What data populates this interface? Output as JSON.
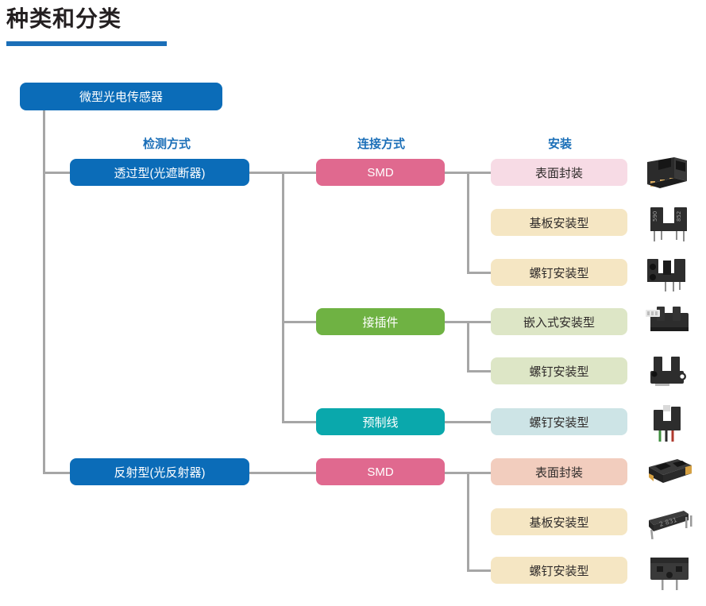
{
  "page": {
    "title": "种类和分类",
    "accent_color": "#1b6fb8"
  },
  "columns": [
    {
      "label": "检测方式"
    },
    {
      "label": "连接方式"
    },
    {
      "label": "安装"
    }
  ],
  "root": {
    "label": "微型光电传感器",
    "color": "#0b6cb8",
    "text_color": "#ffffff"
  },
  "detection_types": [
    {
      "label": "透过型(光遮断器)",
      "color": "#0b6cb8",
      "text_color": "#ffffff"
    },
    {
      "label": "反射型(光反射器)",
      "color": "#0b6cb8",
      "text_color": "#ffffff"
    }
  ],
  "connection_types": [
    {
      "label": "SMD",
      "color": "#e0698f",
      "text_color": "#ffffff"
    },
    {
      "label": "接插件",
      "color": "#6fb243",
      "text_color": "#ffffff"
    },
    {
      "label": "预制线",
      "color": "#0aa8ac",
      "text_color": "#ffffff"
    },
    {
      "label": "SMD",
      "color": "#e0698f",
      "text_color": "#ffffff"
    }
  ],
  "mountings": [
    {
      "label": "表面封装",
      "color": "#f7dbe5",
      "text_color": "#2f2b2a",
      "photo": "photointerrupter-smd"
    },
    {
      "label": "基板安装型",
      "color": "#f5e6c3",
      "text_color": "#2f2b2a",
      "photo": "photointerrupter-through-hole"
    },
    {
      "label": "螺钉安装型",
      "color": "#f5e6c3",
      "text_color": "#2f2b2a",
      "photo": "photointerrupter-screw"
    },
    {
      "label": "嵌入式安装型",
      "color": "#dde6c6",
      "text_color": "#2f2b2a",
      "photo": "photointerrupter-connector-insert"
    },
    {
      "label": "螺钉安装型",
      "color": "#dde6c6",
      "text_color": "#2f2b2a",
      "photo": "photointerrupter-connector-screw"
    },
    {
      "label": "螺钉安装型",
      "color": "#cde4e6",
      "text_color": "#2f2b2a",
      "photo": "photointerrupter-cable"
    },
    {
      "label": "表面封装",
      "color": "#f2cdbe",
      "text_color": "#2f2b2a",
      "photo": "photoreflector-smd"
    },
    {
      "label": "基板安装型",
      "color": "#f5e6c3",
      "text_color": "#2f2b2a",
      "photo": "photoreflector-through-hole"
    },
    {
      "label": "螺钉安装型",
      "color": "#f5e6c3",
      "text_color": "#2f2b2a",
      "photo": "photoreflector-screw"
    }
  ],
  "chart_data": {
    "type": "tree-diagram",
    "title": "种类和分类",
    "levels": [
      "检测方式",
      "连接方式",
      "安装"
    ],
    "root": "微型光电传感器",
    "branches": [
      {
        "detection": "透过型(光遮断器)",
        "connections": [
          {
            "connection": "SMD",
            "mountings": [
              "表面封装",
              "基板安装型",
              "螺钉安装型"
            ]
          },
          {
            "connection": "接插件",
            "mountings": [
              "嵌入式安装型",
              "螺钉安装型"
            ]
          },
          {
            "connection": "预制线",
            "mountings": [
              "螺钉安装型"
            ]
          }
        ]
      },
      {
        "detection": "反射型(光反射器)",
        "connections": [
          {
            "connection": "SMD",
            "mountings": [
              "表面封装",
              "基板安装型",
              "螺钉安装型"
            ]
          }
        ]
      }
    ]
  }
}
